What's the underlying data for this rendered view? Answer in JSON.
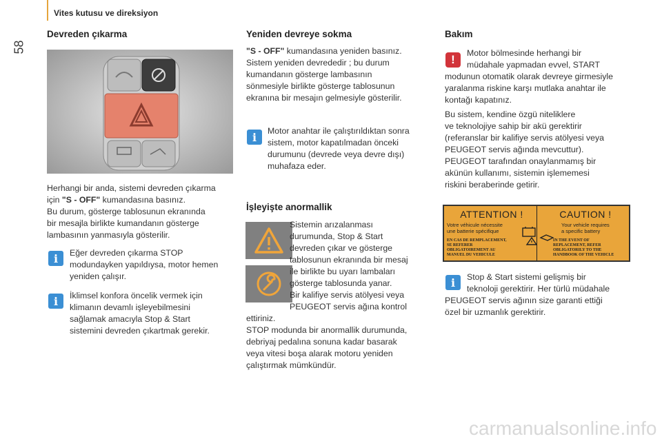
{
  "header": {
    "chapter": "Vites kutusu ve direksiyon",
    "page_number": "58"
  },
  "col1": {
    "title": "Devreden çıkarma",
    "para_a": "Herhangi bir anda, sistemi devreden çıkarma",
    "para_b_pre": "için ",
    "para_b_key": "\"S - OFF\"",
    "para_b_post": " kumandasına basınız.",
    "para_c": "Bu durum, gösterge tablosunun ekranında",
    "para_d": "bir mesajla birlikte kumandanın gösterge",
    "para_e": "lambasının yanmasıyla gösterilir.",
    "info1": [
      "Eğer devreden çıkarma STOP",
      "modundayken yapıldıysa, motor hemen",
      "yeniden çalışır."
    ],
    "info2": [
      "İklimsel konfora öncelik vermek için",
      "klimanın devamlı işleyebilmesini",
      "sağlamak amacıyla Stop & Start",
      "sistemini devreden çıkartmak gerekir."
    ]
  },
  "col2": {
    "title": "Yeniden devreye sokma",
    "p1_key": "\"S - OFF\"",
    "p1_post": " kumandasına yeniden basınız.",
    "p1_lines": [
      "Sistem yeniden devrededir ; bu durum",
      "kumandanın gösterge lambasının",
      "sönmesiyle birlikte gösterge tablosunun",
      "ekranına bir mesajın gelmesiyle gösterilir."
    ],
    "info": [
      "Motor anahtar ile çalıştırıldıktan sonra",
      "sistem, motor kapatılmadan önceki",
      "durumunu (devrede veya devre dışı)",
      "muhafaza eder."
    ],
    "title2": "İşleyişte anormallik",
    "anom": [
      "Sistemin arızalanması",
      "durumunda, Stop & Start",
      "devreden çıkar ve gösterge",
      "tablosunun ekranında bir mesaj",
      "ile birlikte bu uyarı lambaları",
      "gösterge tablosunda yanar.",
      "Bir kalifiye servis atölyesi veya",
      "PEUGEOT servis ağına kontrol"
    ],
    "anom_tail": [
      "ettiriniz.",
      "STOP modunda bir anormallik durumunda,",
      "debriyaj pedalına sonuna kadar basarak",
      "veya vitesi boşa alarak motoru yeniden",
      "çalıştırmak mümkündür."
    ]
  },
  "col3": {
    "title": "Bakım",
    "warn": [
      "Motor bölmesinde herhangi bir",
      "müdahale yapmadan evvel, START"
    ],
    "warn_tail": [
      "modunun otomatik olarak devreye girmesiyle",
      "yaralanma riskine karşı mutlaka anahtar ile",
      "kontağı kapatınız."
    ],
    "para": [
      "Bu sistem, kendine özgü niteliklere",
      "ve teknolojiye sahip bir akü gerektirir",
      "(referanslar bir kalifiye servis atölyesi veya",
      "PEUGEOT servis ağında mevcuttur).",
      "PEUGEOT tarafından onaylanmamış bir",
      "akünün kullanımı, sistemin işlememesi",
      "riskini beraberinde getirir."
    ],
    "label": {
      "left_head": "ATTENTION !",
      "left_sub": [
        "Votre véhicule nécessite",
        "une batterie spécifique"
      ],
      "left_small": [
        "EN CAS DE REMPLACEMENT,",
        "SE REFERER",
        "OBLIGATOIREMENT AU",
        "MANUEL DU VEHICULE"
      ],
      "right_head": "CAUTION !",
      "right_sub": [
        "Your vehicle requires",
        "a specific battery"
      ],
      "right_small": [
        "IN THE EVENT OF",
        "REPLACEMENT, REFER",
        "OBLIGATORILY TO THE",
        "HANDBOOK OF THE VEHICLE"
      ]
    },
    "info": [
      "Stop & Start sistemi gelişmiş bir",
      "teknoloji gerektirir. Her türlü müdahale"
    ],
    "info_tail": [
      "PEUGEOT servis ağının size garanti ettiği",
      "özel bir uzmanlık gerektirir."
    ]
  },
  "watermark": "carmanualsonline.info"
}
